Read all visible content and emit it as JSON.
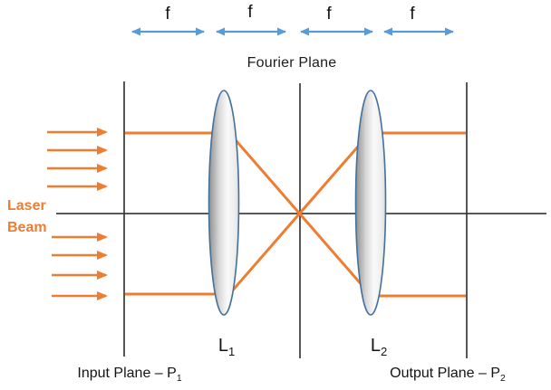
{
  "colors": {
    "beam_orange": "#ED7D31",
    "arrow_blue": "#5B9BD5",
    "lens_stroke": "#41719C",
    "axis_gray": "#595959",
    "plane_line": "#383838"
  },
  "focal_arrows": {
    "items": [
      {
        "label": "f"
      },
      {
        "label": "f"
      },
      {
        "label": "f"
      },
      {
        "label": "f"
      }
    ]
  },
  "labels": {
    "fourier_plane": "Fourier Plane",
    "laser_line1": "Laser",
    "laser_line2": "Beam",
    "lens1_base": "L",
    "lens1_sub": "1",
    "lens2_base": "L",
    "lens2_sub": "2",
    "input_plane_base": "Input Plane – P",
    "input_plane_sub": "1",
    "output_plane_base": "Output Plane – P",
    "output_plane_sub": "2"
  }
}
